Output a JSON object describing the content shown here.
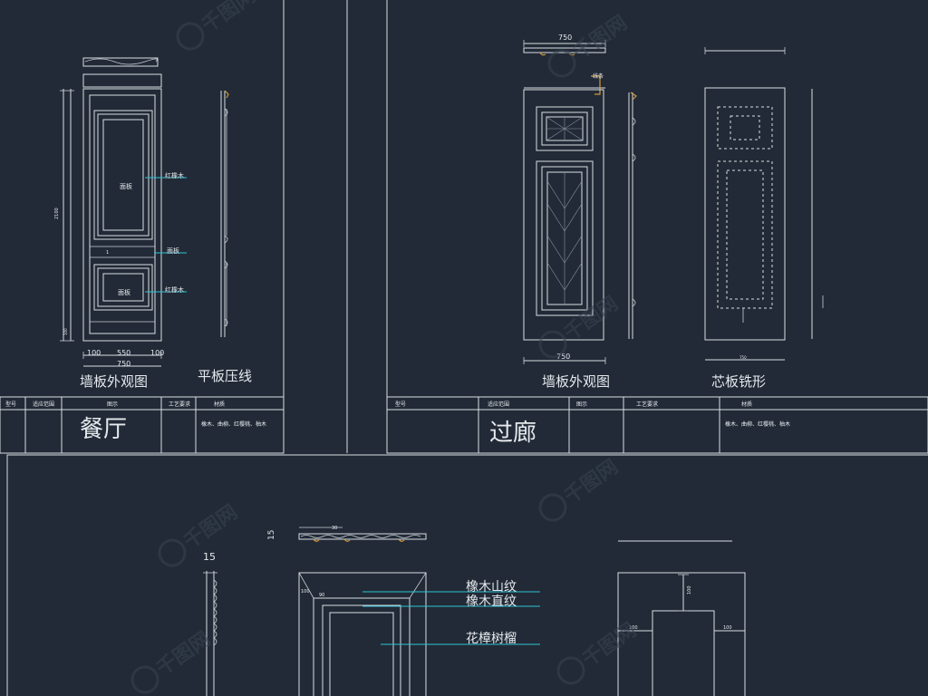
{
  "panel_left": {
    "title_elevation": "墙板外观图",
    "title_molding": "平板压线",
    "label_rubber_wood_1": "红橡木",
    "label_veneer_1": "面板",
    "label_veneer_2": "面板",
    "label_veneer_3": "面板",
    "label_rubber_wood_2": "红橡木",
    "dim_widths": [
      "100",
      "550",
      "100"
    ],
    "dim_total": "750",
    "dim_height_text": "2100",
    "dim_small_1": "1",
    "dim_small_2": "100"
  },
  "panel_right": {
    "dim_top": "750",
    "dim_bottom": "750",
    "label_top_tag": "线条",
    "title_elevation": "墙板外观图",
    "title_core_milling": "芯板铣形",
    "dim_small_bottom": "750"
  },
  "table_left": {
    "headers": [
      "型号",
      "适应范围",
      "图示",
      "工艺要求",
      "材质"
    ],
    "room_name": "餐厅",
    "materials": "橡木、曲柳、红樱桃、柚木"
  },
  "table_right": {
    "headers": [
      "型号",
      "适应范围",
      "图示",
      "工艺要求",
      "材质"
    ],
    "room_name": "过廊",
    "materials": "橡木、曲柳、红樱桃、柚木"
  },
  "bottom_section": {
    "dim_15": "15",
    "dim_15b": "15",
    "dim_top_small": "30",
    "dim_inner_1": "100",
    "dim_inner_2": "90",
    "label_oak_mountain": "橡木山纹",
    "label_oak_straight": "橡木直纹",
    "label_camphor_burl": "花樟树榴",
    "dim_right_top": "100",
    "dim_right_left": "100",
    "dim_right_right": "100"
  },
  "watermark_text": "千图网"
}
